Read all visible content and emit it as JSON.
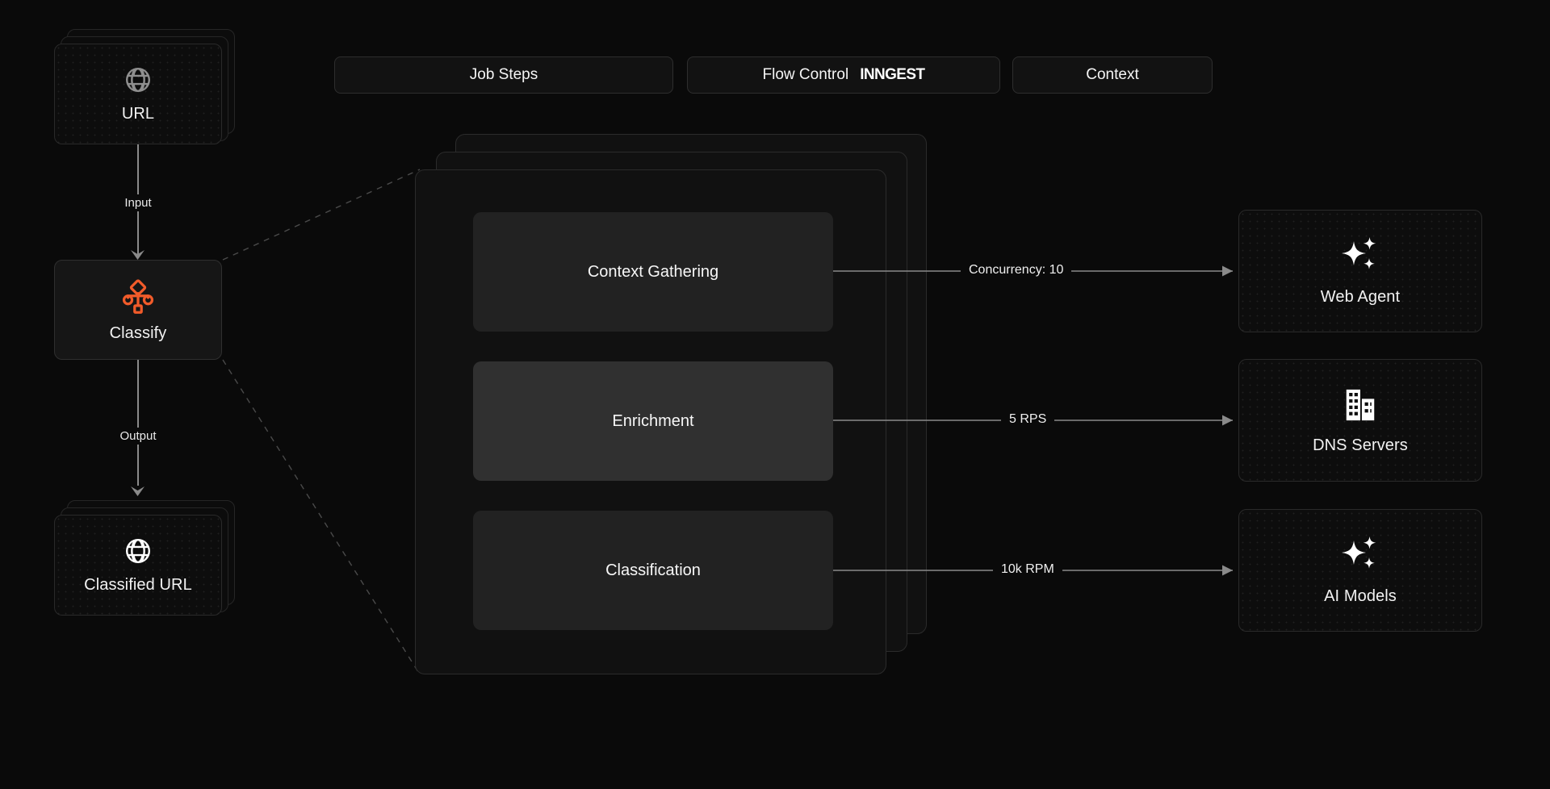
{
  "header": {
    "tabs": [
      {
        "label": "Job Steps",
        "brand": ""
      },
      {
        "label": "Flow Control",
        "brand": "INNGEST"
      },
      {
        "label": "Context",
        "brand": ""
      }
    ]
  },
  "left_column": {
    "input_card": {
      "label": "URL",
      "icon": "globe-icon"
    },
    "input_edge_label": "Input",
    "process_node": {
      "label": "Classify",
      "icon": "workflow-icon",
      "accent": "#F15B2A"
    },
    "output_edge_label": "Output",
    "output_card": {
      "label": "Classified URL",
      "icon": "globe-icon"
    }
  },
  "job_panel": {
    "steps": [
      {
        "label": "Context Gathering",
        "active": false
      },
      {
        "label": "Enrichment",
        "active": true
      },
      {
        "label": "Classification",
        "active": false
      }
    ]
  },
  "connectors": [
    {
      "label": "Concurrency: 10"
    },
    {
      "label": "5 RPS"
    },
    {
      "label": "10k RPM"
    }
  ],
  "context_column": {
    "cards": [
      {
        "label": "Web Agent",
        "icon": "sparkles-icon"
      },
      {
        "label": "DNS Servers",
        "icon": "building-icon"
      },
      {
        "label": "AI Models",
        "icon": "sparkles-icon"
      }
    ]
  },
  "colors": {
    "background": "#0a0a0a",
    "card_background": "#0d0d0d",
    "card_border": "#2a2a2a",
    "step_background": "#222222",
    "step_active_background": "#303030",
    "accent_orange": "#F15B2A",
    "line": "#8a8a8a",
    "text_primary": "#f5f5f5"
  }
}
